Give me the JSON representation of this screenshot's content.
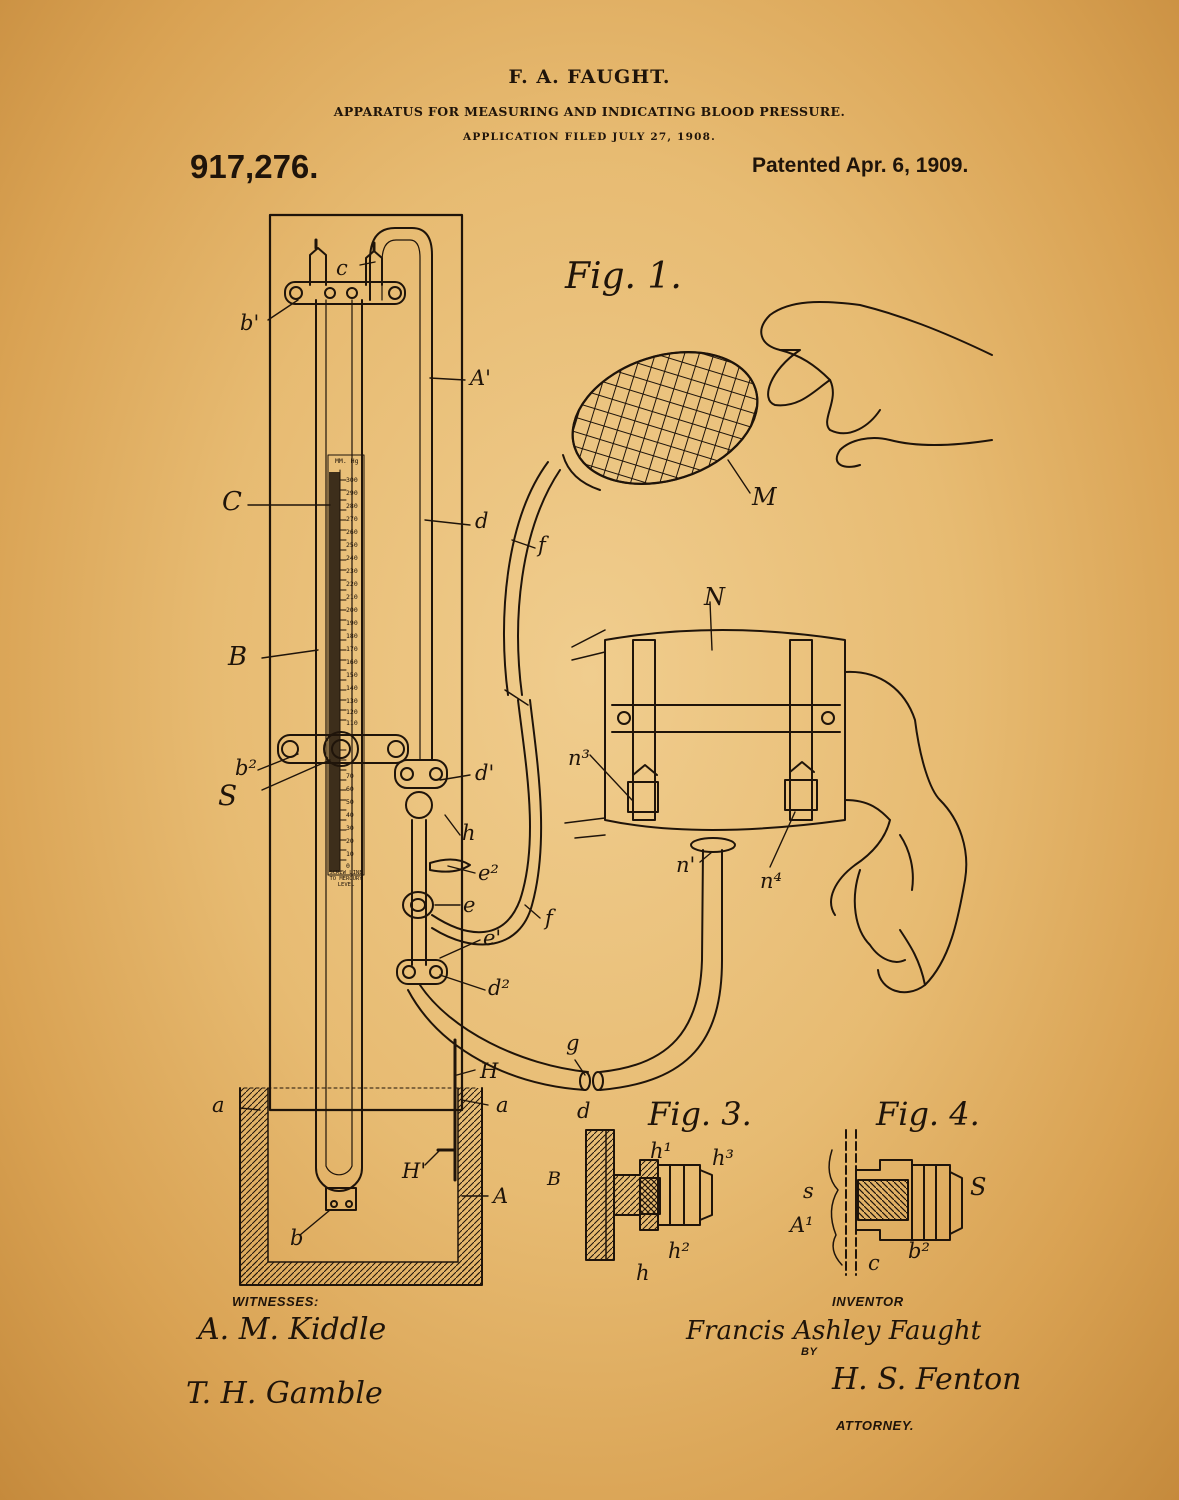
{
  "header": {
    "inventor_name": "F. A. FAUGHT.",
    "title": "APPARATUS FOR MEASURING AND INDICATING BLOOD PRESSURE.",
    "filed": "APPLICATION FILED JULY 27, 1908.",
    "patent_number": "917,276.",
    "patented_date": "Patented Apr. 6, 1909."
  },
  "figures": {
    "fig1": "Fig. 1.",
    "fig3": "Fig. 3.",
    "fig4": "Fig. 4."
  },
  "scale_labels": [
    "MM. Hg",
    "300",
    "290",
    "280",
    "270",
    "260",
    "250",
    "240",
    "230",
    "220",
    "210",
    "200",
    "190",
    "180",
    "170",
    "160",
    "150",
    "140",
    "130",
    "120",
    "110",
    "70",
    "60",
    "50",
    "40",
    "30",
    "20",
    "10",
    "0",
    "SCREW LINE TO MERCURY LEVEL"
  ],
  "reference_letters": {
    "c": "c",
    "b1": "b'",
    "A1": "A'",
    "C": "C",
    "d": "d",
    "B": "B",
    "b2": "b²",
    "S": "S",
    "d1": "d'",
    "h": "h",
    "e2": "e²",
    "e": "e",
    "e1": "e'",
    "d2": "d²",
    "f_upper": "f",
    "f_lower": "f",
    "M": "M",
    "N": "N",
    "n3": "n³",
    "n1": "n'",
    "n4": "n⁴",
    "g": "g",
    "H": "H",
    "H1": "H'",
    "a_left": "a",
    "a_right": "a",
    "A": "A",
    "b": "b",
    "f3_d": "d",
    "f3_B": "B",
    "f3_h1": "h¹",
    "f3_h3": "h³",
    "f3_h2": "h²",
    "f3_h": "h",
    "f4_s_left": "s",
    "f4_S": "S",
    "f4_A1": "A¹",
    "f4_c": "c",
    "f4_b2": "b²"
  },
  "footer": {
    "witnesses_label": "WITNESSES:",
    "witness1_signature": "A. M. Kiddle",
    "witness2_signature": "T. H. Gamble",
    "inventor_label": "INVENTOR",
    "inventor_signature": "Francis Ashley Faught",
    "by_label": "BY",
    "attorney_signature": "H. S. Fenton",
    "attorney_label": "ATTORNEY."
  }
}
